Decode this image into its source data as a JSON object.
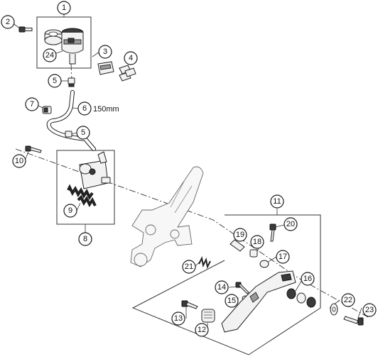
{
  "diagram": {
    "callouts": {
      "c1": "1",
      "c2": "2",
      "c3": "3",
      "c4": "4",
      "c5a": "5",
      "c5b": "5",
      "c6": "6",
      "c7": "7",
      "c8": "8",
      "c9": "9",
      "c10": "10",
      "c11": "11",
      "c12": "12",
      "c13": "13",
      "c14": "14",
      "c15": "15",
      "c16": "16",
      "c17": "17",
      "c18": "18",
      "c19": "19",
      "c20": "20",
      "c21": "21",
      "c22": "22",
      "c23": "23",
      "c24": "24"
    },
    "hose_length_note": "150mm"
  }
}
